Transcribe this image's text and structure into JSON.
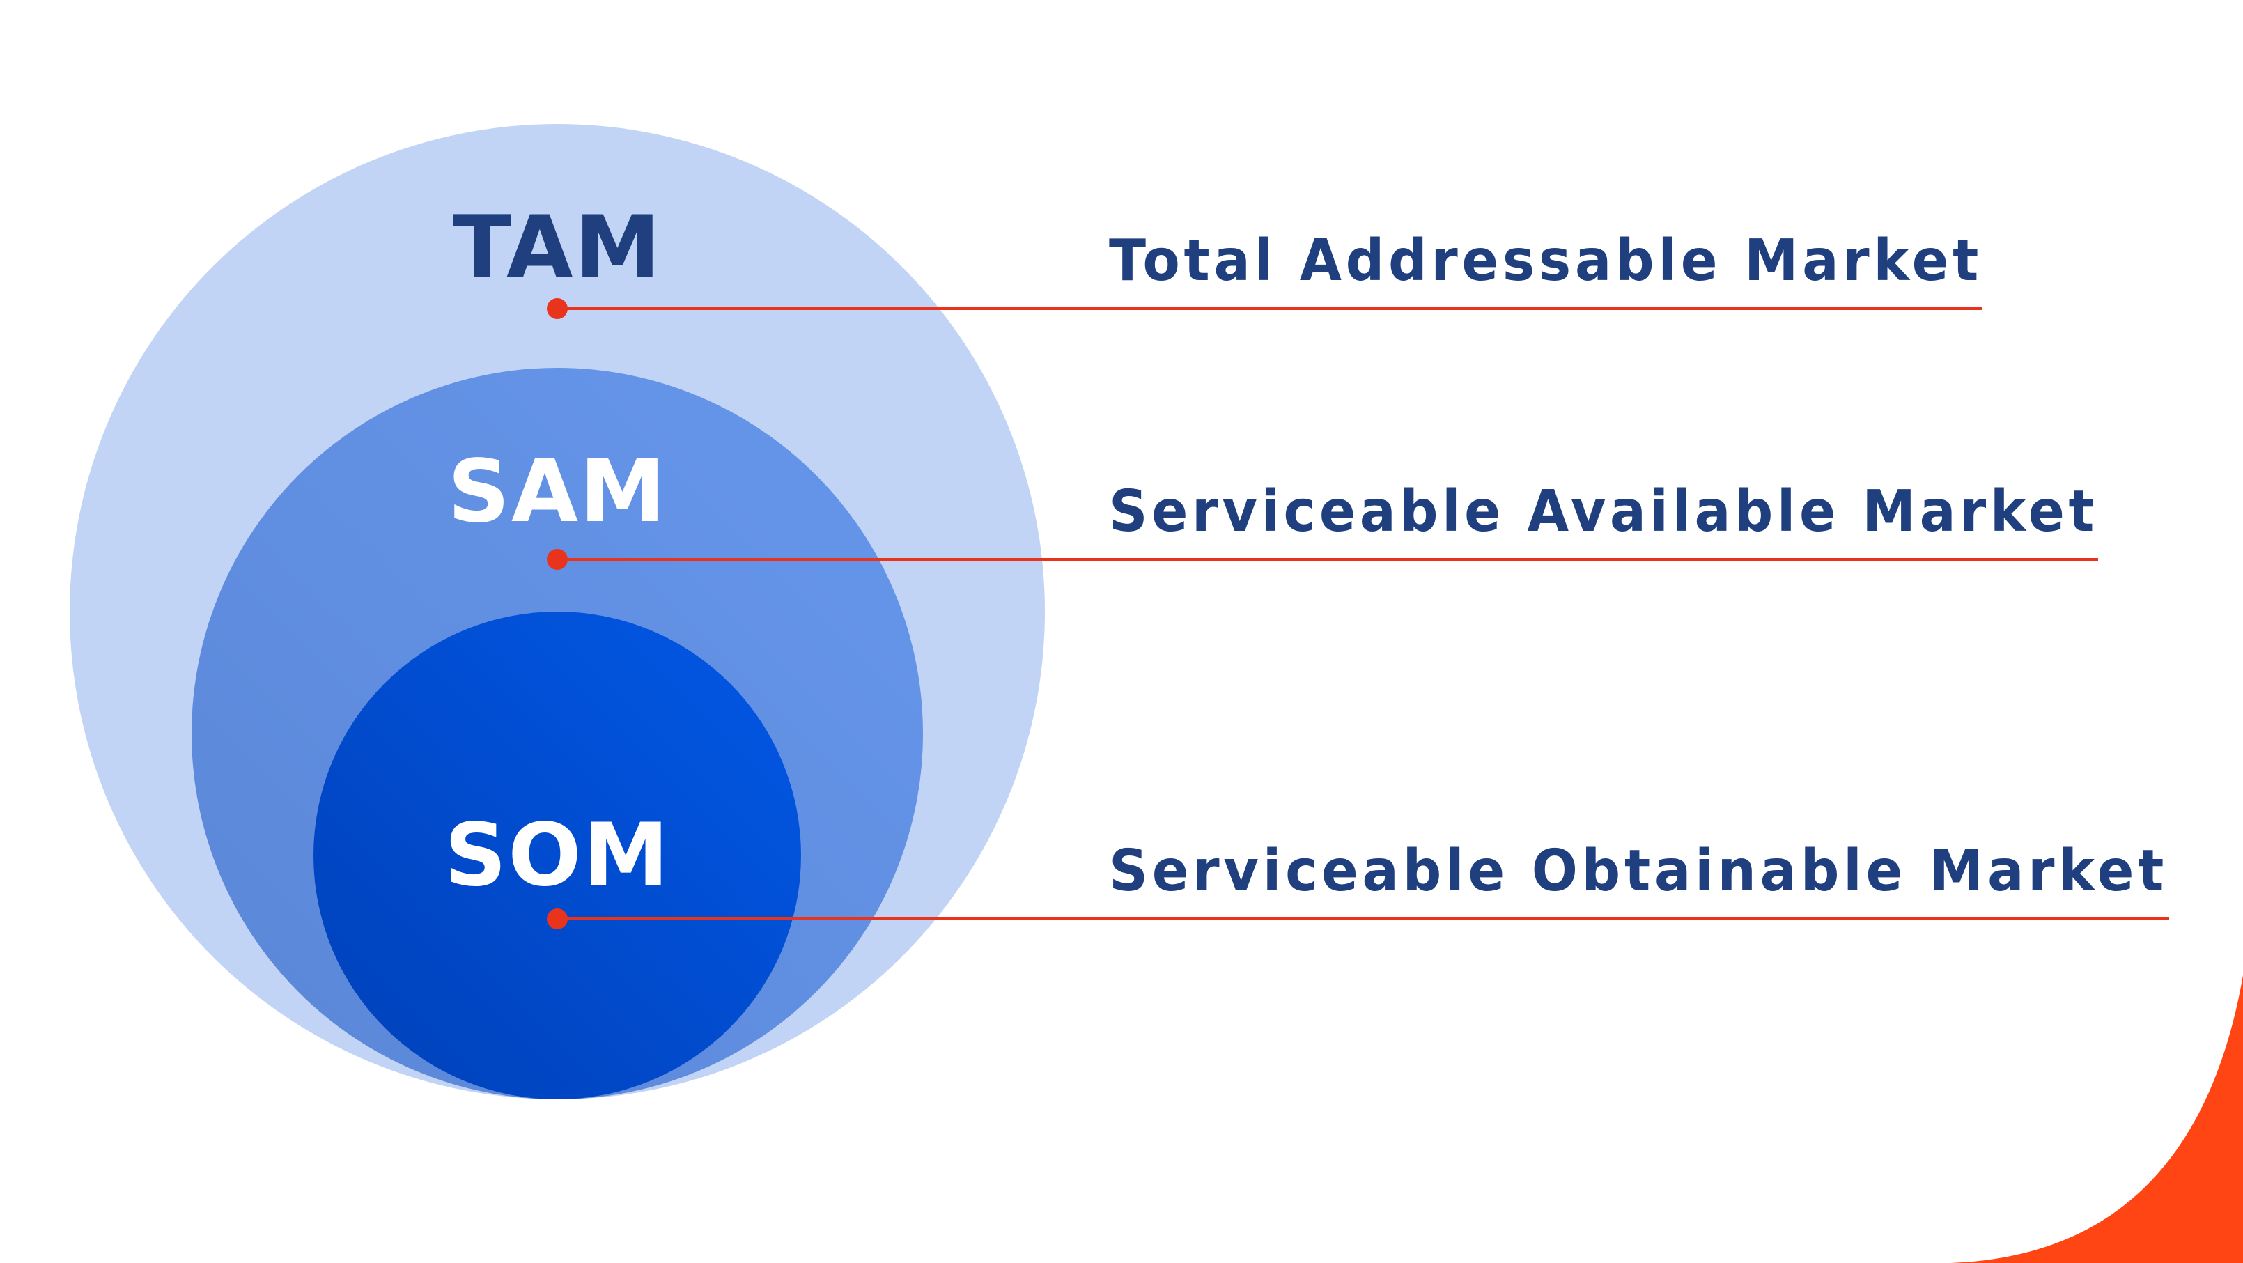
{
  "diagram": {
    "tiers": [
      {
        "abbr": "TAM",
        "description": "Total Addressable Market"
      },
      {
        "abbr": "SAM",
        "description": "Serviceable Available Market"
      },
      {
        "abbr": "SOM",
        "description": "Serviceable Obtainable Market"
      }
    ],
    "colors": {
      "tam_circle": "#c2d4f5",
      "sam_circle": "#6494e8",
      "som_circle": "#0250da",
      "tam_label": "#1f3f7f",
      "inner_labels": "#ffffff",
      "description_text": "#1f3f7f",
      "leader_line": "#e8341c",
      "accent_corner": "#ff4513"
    }
  }
}
